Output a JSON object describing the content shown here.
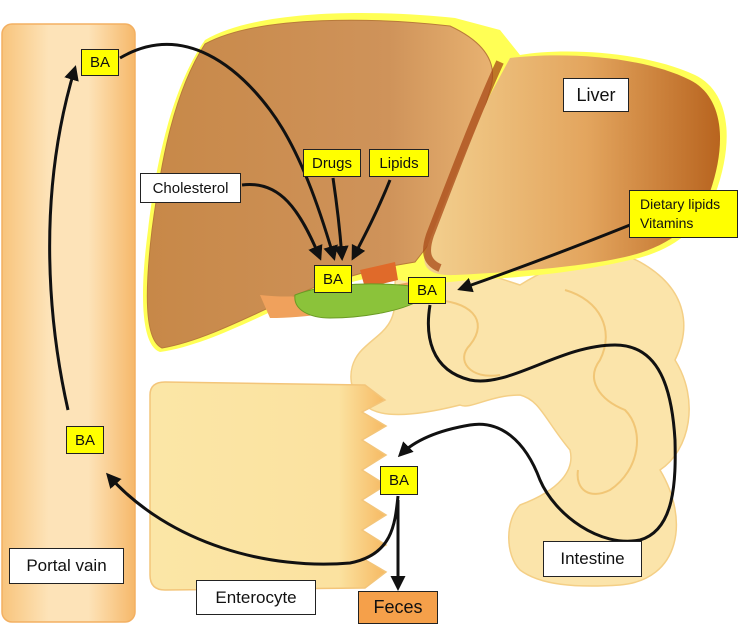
{
  "colors": {
    "liver_main": "#c98a4f",
    "liver_light": "#f2c789",
    "liver_yellow_rim": "#ffff44",
    "gallbladder": "#7dba2e",
    "vein": "#fcd9a0",
    "enterocyte": "#fbe6a8",
    "intestine": "#fbe4aa",
    "ba_box": "#ffff00",
    "feces_box": "#f5a04a",
    "arrow": "#111111"
  },
  "labels": {
    "ba_top": "BA",
    "ba_liver": "BA",
    "ba_duct": "BA",
    "ba_vein": "BA",
    "ba_enterocyte": "BA",
    "drugs": "Drugs",
    "lipids": "Lipids",
    "cholesterol": "Cholesterol",
    "liver": "Liver",
    "dietary_line1": "Dietary lipids",
    "dietary_line2": "Vitamins",
    "portal_vain": "Portal vain",
    "enterocyte": "Enterocyte",
    "intestine": "Intestine",
    "feces": "Feces"
  }
}
